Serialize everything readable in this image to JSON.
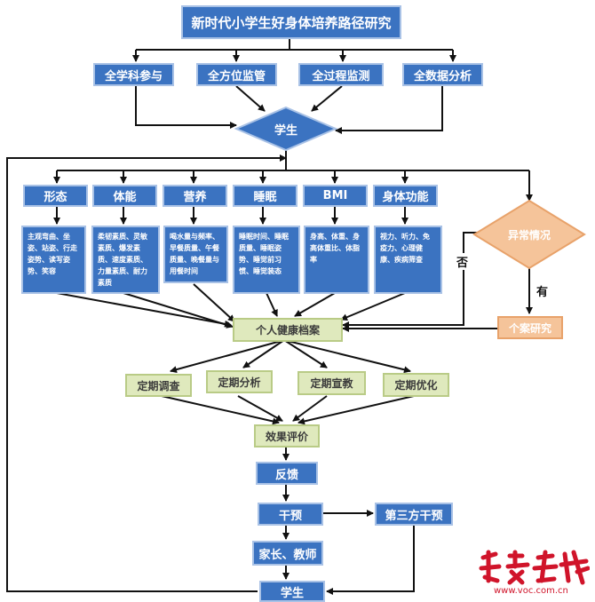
{
  "title": "新时代小学生好身体培养路径研究",
  "row1": [
    "全学科参与",
    "全方位监管",
    "全过程监测",
    "全数据分析"
  ],
  "center_node": "学生",
  "categories": [
    "形态",
    "体能",
    "营养",
    "睡眠",
    "BMI",
    "身体功能"
  ],
  "details": [
    "主观弯曲、坐姿、站姿、行走姿势、读写姿势、笑容",
    "柔韧素质、灵敏素质、爆发素质、速度素质、力量素质、耐力素质",
    "喝水量与频率、早餐质量、午餐质量、晚餐量与用餐时间",
    "睡眠时间、睡眠质量、睡眠姿势、睡觉前习惯、睡觉装态",
    "身高、体重、身高体重比、体脂率",
    "视力、听力、免疫力、心理健康、疾病筛查"
  ],
  "abnormal": "异常情况",
  "label_no": "否",
  "label_yes": "有",
  "case_study": "个案研究",
  "archive": "个人健康档案",
  "periodic": [
    "定期调查",
    "定期分析",
    "定期宣教",
    "定期优化"
  ],
  "evaluation": "效果评价",
  "feedback": "反馈",
  "intervention": "干预",
  "third_party": "第三方干预",
  "parents": "家长、教师",
  "student_bottom": "学生",
  "watermark": {
    "logo": "华声在线",
    "url": "www.voc.com.cn"
  },
  "colors": {
    "blue": "#3b73c1",
    "green": "#dfe9bd",
    "orange": "#f5c49a",
    "watermark": "#d0142a"
  }
}
